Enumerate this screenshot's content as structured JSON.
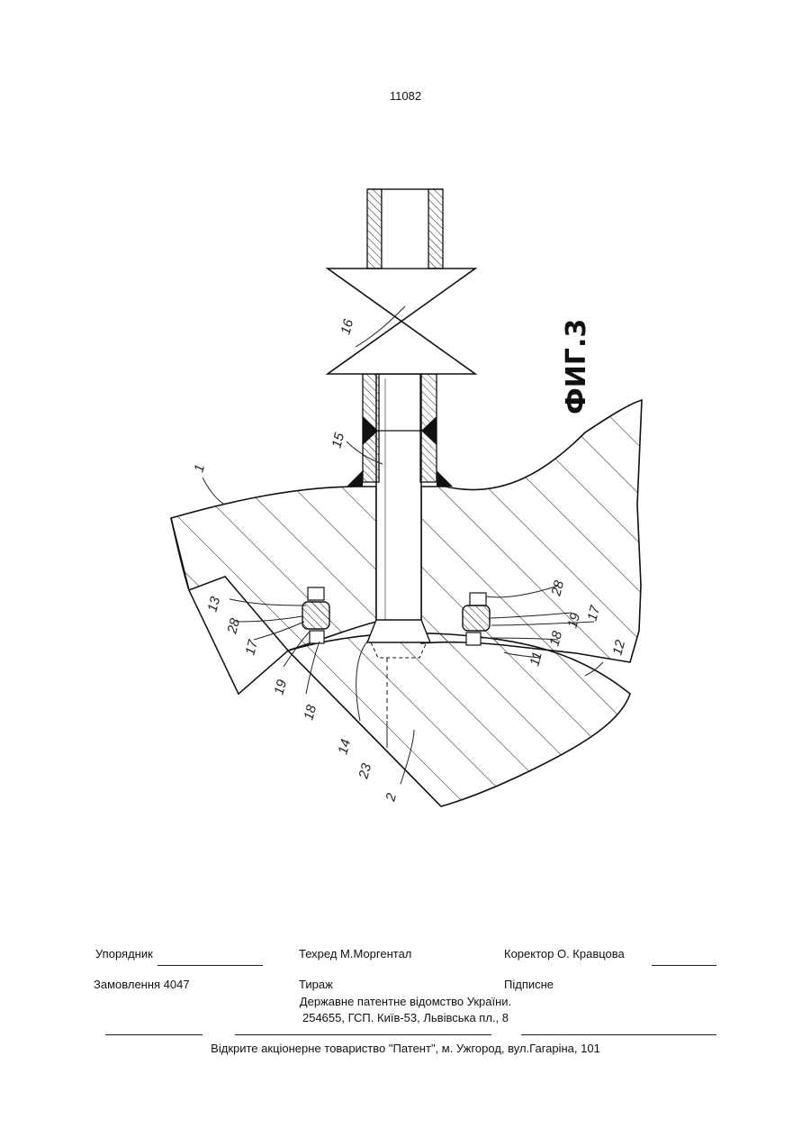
{
  "page_number": "11082",
  "figure": {
    "title": "ФИГ.3",
    "labels": {
      "l1": "1",
      "l2": "2",
      "l11": "11",
      "l12": "12",
      "l13": "13",
      "l14": "14",
      "l15": "15",
      "l16": "16",
      "l17a": "17",
      "l17b": "17",
      "l18a": "18",
      "l18b": "18",
      "l19a": "19",
      "l19b": "19",
      "l23": "23",
      "l28a": "28",
      "l28b": "28"
    }
  },
  "footer": {
    "compiler": "Упорядник",
    "tech_editor": "Техред М.Моргентал",
    "corrector": "Коректор  О. Кравцова",
    "order": "Замовлення 4047",
    "circulation": "Тираж",
    "subscription": "Підписне",
    "office_line1": "Державне патентне відомство України.",
    "office_line2": "254655, ГСП. Київ-53, Львівська пл., 8",
    "printer": "Відкрите акціонерне товариство \"Патент\", м. Ужгород, вул.Гагаріна, 101"
  }
}
